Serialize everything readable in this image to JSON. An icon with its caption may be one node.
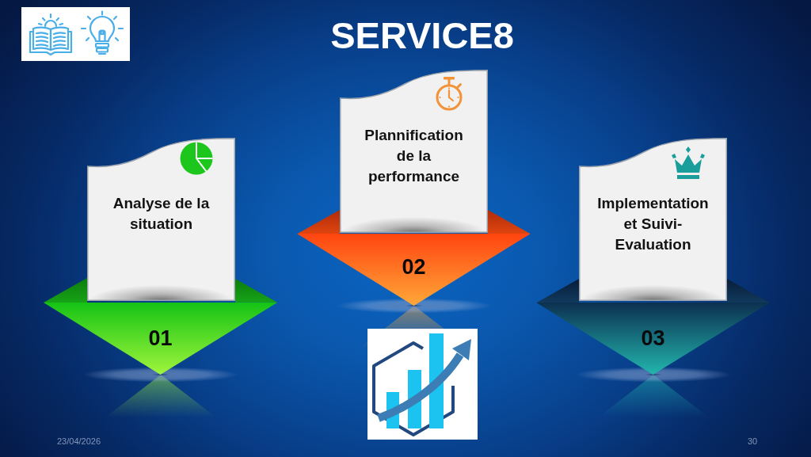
{
  "diagram": {
    "title": "SERVICE8",
    "nodes": [
      {
        "text": [
          "Analyse de la situation"
        ]
      },
      {
        "text": [
          "01"
        ]
      },
      {
        "text": [
          "Plannification de la performance"
        ]
      },
      {
        "text": [
          "02"
        ]
      },
      {
        "text": [
          "Implementation et Suivi-Evaluation"
        ]
      },
      {
        "text": [
          "03"
        ]
      }
    ],
    "labels": [
      "23/04/2026",
      "30"
    ]
  }
}
